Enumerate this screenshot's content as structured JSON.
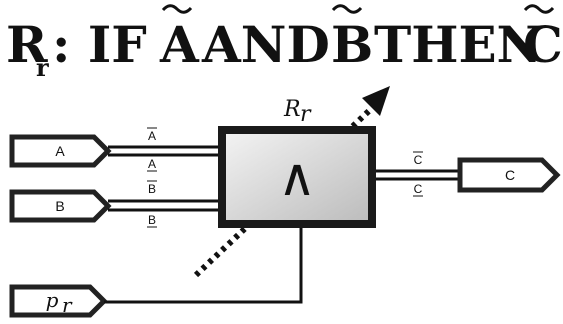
{
  "title": {
    "rule_symbol": "R",
    "rule_subscript": "r",
    "prefix": ": IF",
    "antecedent_a": "A",
    "connective": "AND",
    "antecedent_b": "B",
    "then_word": "THEN",
    "consequent": "C"
  },
  "block": {
    "rule_label": "R",
    "rule_label_subscript": "r",
    "operator_symbol": "∧"
  },
  "inputs": {
    "a_label": "A",
    "b_label": "B",
    "p_label": "p",
    "p_subscript": "r"
  },
  "output": {
    "c_label": "C"
  },
  "signals": {
    "a_top": "A",
    "a_bottom": "A",
    "b_top": "B",
    "b_bottom": "B",
    "c_top": "C",
    "c_bottom": "C"
  }
}
